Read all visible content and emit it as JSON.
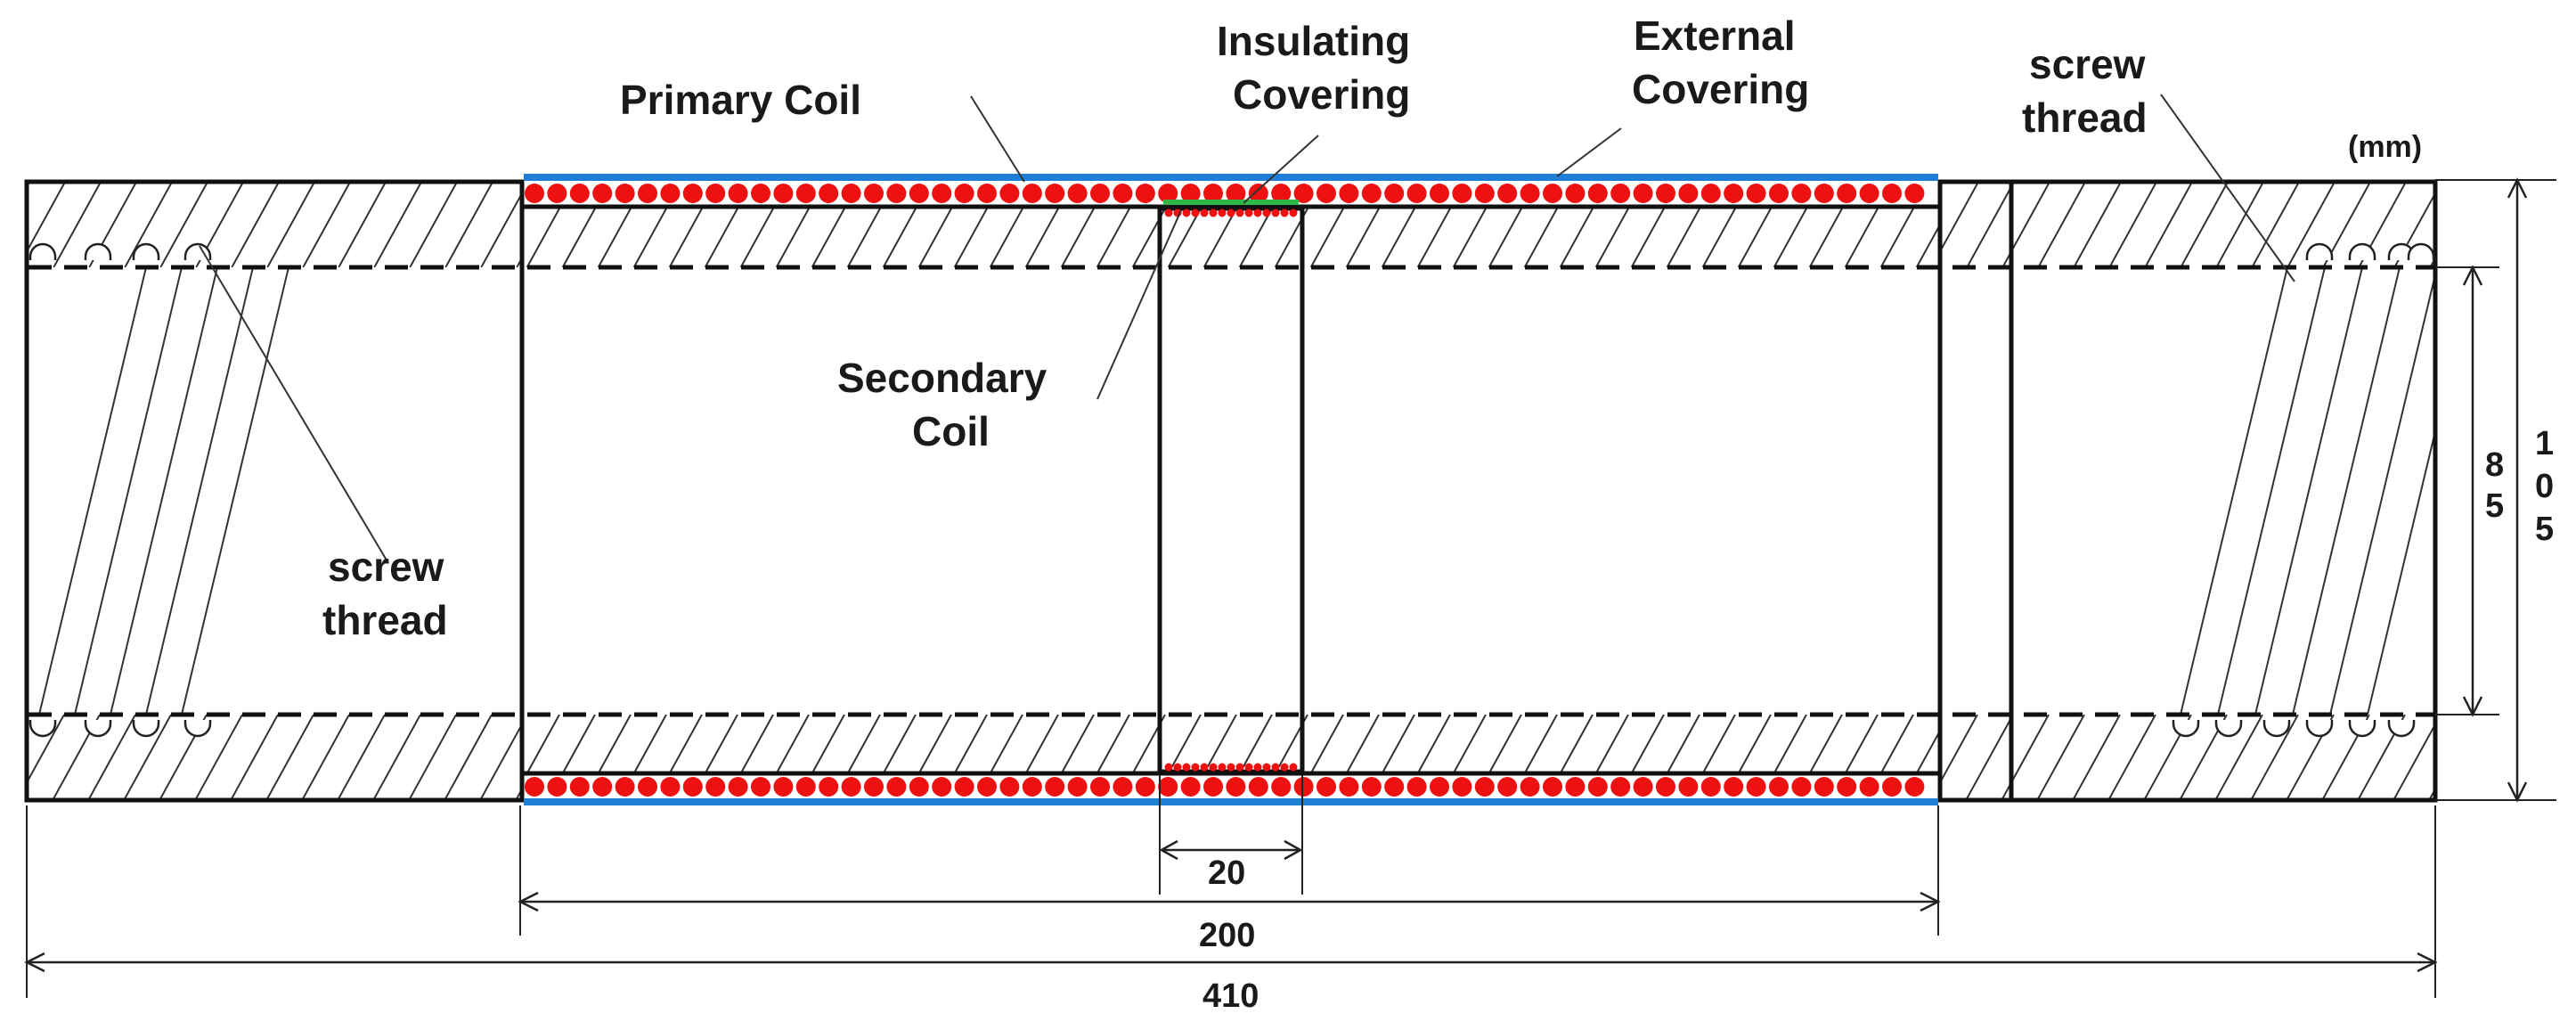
{
  "unit_label": "(mm)",
  "labels": {
    "primary_coil": "Primary Coil",
    "insulating_covering_line1": "Insulating",
    "insulating_covering_line2": "Covering",
    "external_covering_line1": "External",
    "external_covering_line2": "Covering",
    "secondary_coil_line1": "Secondary",
    "secondary_coil_line2": "Coil",
    "screw_thread_left_line1": "screw",
    "screw_thread_left_line2": "thread",
    "screw_thread_right_line1": "screw",
    "screw_thread_right_line2": "thread"
  },
  "dimensions": {
    "secondary_width": "20",
    "primary_length": "200",
    "total_length": "410",
    "inner_diameter_digits": [
      "8",
      "5"
    ],
    "outer_diameter_digits": [
      "1",
      "0",
      "5"
    ]
  },
  "colors": {
    "coil_dot": "#ee1111",
    "external_covering": "#1f7fd6",
    "insulating_covering": "#2fb84a",
    "outline": "#111111"
  }
}
